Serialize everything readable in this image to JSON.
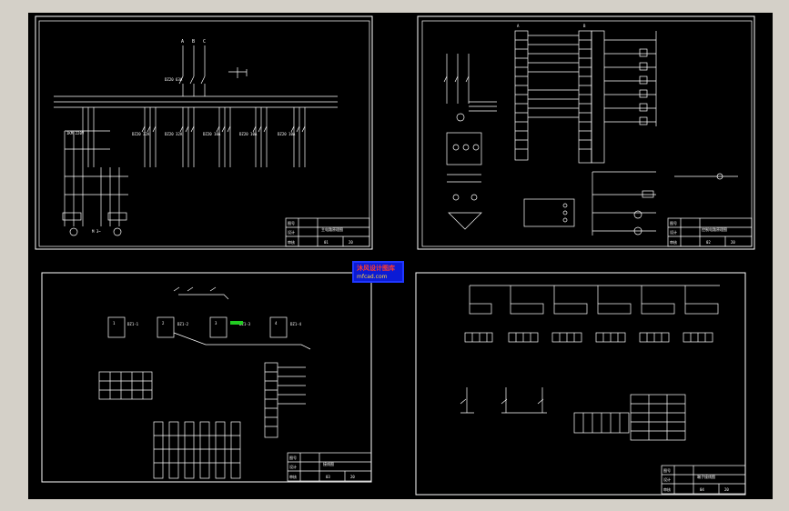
{
  "panels": {
    "main_circuit": {
      "bus_labels": [
        "A",
        "B",
        "C"
      ],
      "main_breaker": "DZ20\n63A",
      "breakers": [
        "DZ20\n32A",
        "DZ20\n32A",
        "DZ20\n10A",
        "DZ20\n10A",
        "DZ20\n10A"
      ],
      "contactor": "1KM\n220V",
      "motor_label": "M 3~",
      "title_block": {
        "r1": "图号",
        "r2": "设计",
        "r3": "审核",
        "name": "主电路原理图",
        "sheet": "01",
        "total": "20"
      }
    },
    "control_circuit": {
      "header_a": "A",
      "header_b": "B",
      "title_block": {
        "r1": "图号",
        "r2": "设计",
        "r3": "审核",
        "name": "控制电路原理图",
        "sheet": "02",
        "total": "20"
      }
    },
    "wiring": {
      "boxes": [
        "1",
        "2",
        "3",
        "4"
      ],
      "box_labels": [
        "DZ1-1",
        "DZ1-2",
        "DZ1-3",
        "DZ1-4"
      ],
      "title_block": {
        "r1": "图号",
        "r2": "设计",
        "r3": "审核",
        "name": "接线图",
        "sheet": "03",
        "total": "20"
      }
    },
    "terminal": {
      "title_block": {
        "r1": "图号",
        "r2": "设计",
        "r3": "审核",
        "name": "端子接线图",
        "sheet": "04",
        "total": "20"
      }
    }
  },
  "watermark": {
    "line1": "沐风设计图库",
    "line2": "mfcad.com"
  },
  "colors": {
    "background": "#000000",
    "lines": "#ffffff",
    "highlight": "#22cc22",
    "watermark_border": "#1f37ff"
  }
}
